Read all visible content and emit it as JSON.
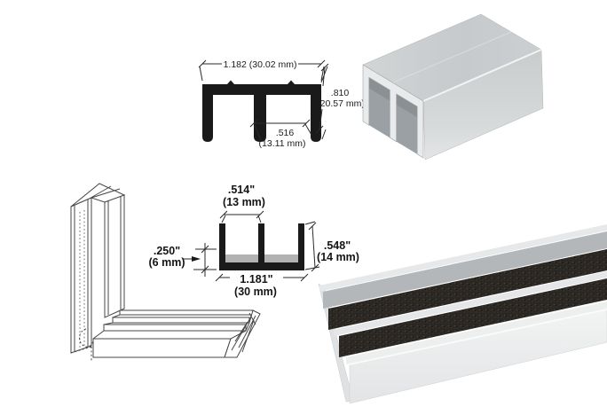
{
  "page": {
    "background": "#ffffff"
  },
  "figures": {
    "upper_track_diagram": {
      "name": "Upper track cross-section diagram",
      "dim_width": "1.182 (30.02 mm)",
      "dim_height_line1": ".810",
      "dim_height_line2": "(20.57 mm)",
      "dim_channel_line1": ".516",
      "dim_channel_line2": "(13.11 mm)",
      "fill_color": "#1a1a1a"
    },
    "upper_track_photo": {
      "name": "Aluminum upper track extrusion photo",
      "top_face_colors": [
        "#d4d7d8",
        "#c2c6c8"
      ],
      "front_face_colors": [
        "#c9cccd",
        "#e0e2e3"
      ],
      "end_face_color": "#e8eaeb",
      "channel_color": "#9aa0a3"
    },
    "corner_assembly_drawing": {
      "name": "Frame corner assembly line drawing",
      "stroke_color": "#474747"
    },
    "lower_track_diagram": {
      "name": "Lower track cross-section diagram",
      "dim_channel_line1": ".514\"",
      "dim_channel_line2": "(13 mm)",
      "dim_base_line1": ".250\"",
      "dim_base_line2": "(6 mm)",
      "dim_height_line1": ".548\"",
      "dim_height_line2": "(14 mm)",
      "dim_width_line1": "1.181\"",
      "dim_width_line2": "(30 mm)",
      "fill_color": "#1a1a1a",
      "infill_color": "#b2b2b2"
    },
    "lower_track_photo": {
      "name": "Aluminum lower track with wool pile photo",
      "pile_color": "#2a2622",
      "metal_light": "#f1f2f2",
      "metal_mid": "#b3b7b9"
    }
  }
}
